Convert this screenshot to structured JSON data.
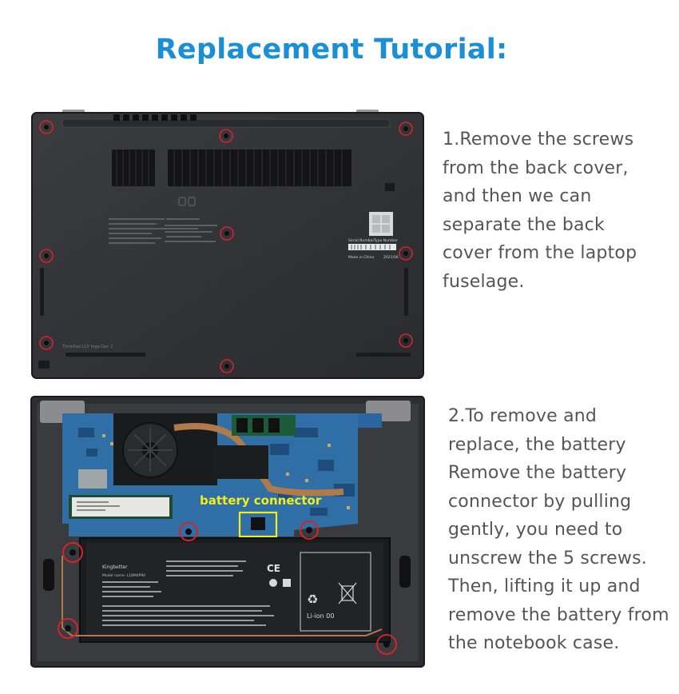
{
  "title": "Replacement Tutorial:",
  "step1": {
    "lines": [
      "1.Remove the screws",
      "from the back cover,",
      "and then we can",
      "separate the back",
      "cover from the laptop",
      "fuselage."
    ]
  },
  "step2": {
    "lines": [
      "2.To remove and",
      "replace, the battery",
      "Remove the battery",
      "connector by pulling",
      "gently, you need to",
      "unscrew the 5 screws.",
      "Then, lifting it up and",
      "remove the battery from",
      "the notebook case."
    ],
    "callout_label": "battery connector"
  },
  "photo1": {
    "model_label": "ThinkPad L13 Yoga Gen 2",
    "made_in": "Made in China",
    "date": "2021/06",
    "serial_label": "Serial Number",
    "type_label": "Type Number"
  },
  "battery": {
    "brand": "Kingbetter",
    "model_line": "Model name: L18M4P90",
    "liion": "Li-ion 00",
    "ce": "CE"
  },
  "colors": {
    "title": "#1a8fd6",
    "text": "#555555",
    "screw_circle": "#d6232a",
    "callout": "#f2ee1a"
  },
  "icons": [
    "recycle-icon",
    "crossed-bin-icon",
    "ce-mark-icon",
    "screw-icon"
  ]
}
